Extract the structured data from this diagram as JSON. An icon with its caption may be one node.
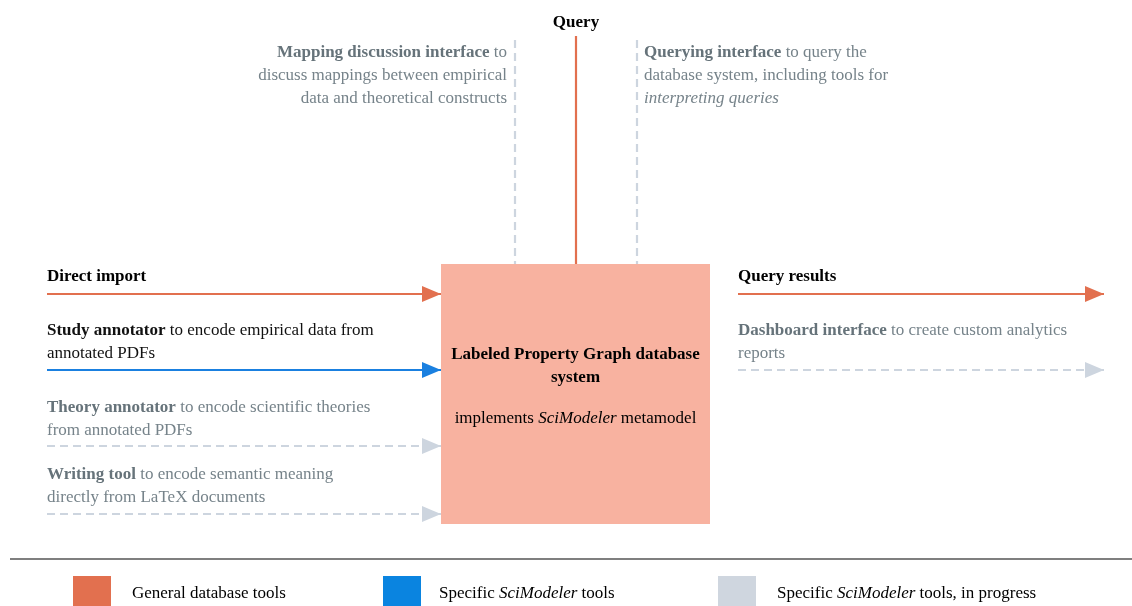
{
  "diagram": {
    "nodes": [
      {
        "text": [
          "Query"
        ]
      },
      {
        "text": [
          "**Mapping discussion interface** to discuss mappings between empirical data and theoretical constructs"
        ]
      },
      {
        "text": [
          "**Querying interface** to query the database system, including tools for *interpreting queries*"
        ]
      },
      {
        "text": [
          "Direct import"
        ]
      },
      {
        "text": [
          "**Study annotator** to encode empirical data from annotated PDFs"
        ]
      },
      {
        "text": [
          "**Theory annotator** to encode scientific theories from annotated PDFs"
        ]
      },
      {
        "text": [
          "**Writing tool** to encode semantic meaning directly from LaTeX documents"
        ]
      },
      {
        "text": [
          "Labeled Property Graph database system",
          "implements *SciModeler* metamodel"
        ]
      },
      {
        "text": [
          "Query results"
        ]
      },
      {
        "text": [
          "**Dashboard interface** to create custom analytics reports"
        ]
      }
    ],
    "edges": [
      {
        "from": 0,
        "to": 7,
        "arrow": "none",
        "color": "#e2704f"
      },
      {
        "from": 1,
        "to": 7,
        "arrow": "none",
        "style": "dashed"
      },
      {
        "from": 2,
        "to": 7,
        "arrow": "none",
        "style": "dashed"
      },
      {
        "from": 3,
        "to": 7,
        "arrow": "to",
        "color": "#e2704f"
      },
      {
        "from": 4,
        "to": 7,
        "arrow": "to",
        "color": "#1a80e0"
      },
      {
        "from": 5,
        "to": 7,
        "arrow": "to",
        "style": "dashed"
      },
      {
        "from": 6,
        "to": 7,
        "arrow": "to",
        "style": "dashed"
      },
      {
        "from": 8,
        "to": null,
        "arrow": "to",
        "color": "#e2704f"
      },
      {
        "from": 9,
        "to": null,
        "arrow": "to",
        "style": "dashed"
      }
    ],
    "legend": [
      {
        "text": "General database tools",
        "color": "#e2704f"
      },
      {
        "text": "Specific *SciModeler* tools",
        "color": "#0a84e0"
      },
      {
        "text": "Specific *SciModeler* tools, in progress",
        "color": "#cfd6df"
      }
    ]
  }
}
